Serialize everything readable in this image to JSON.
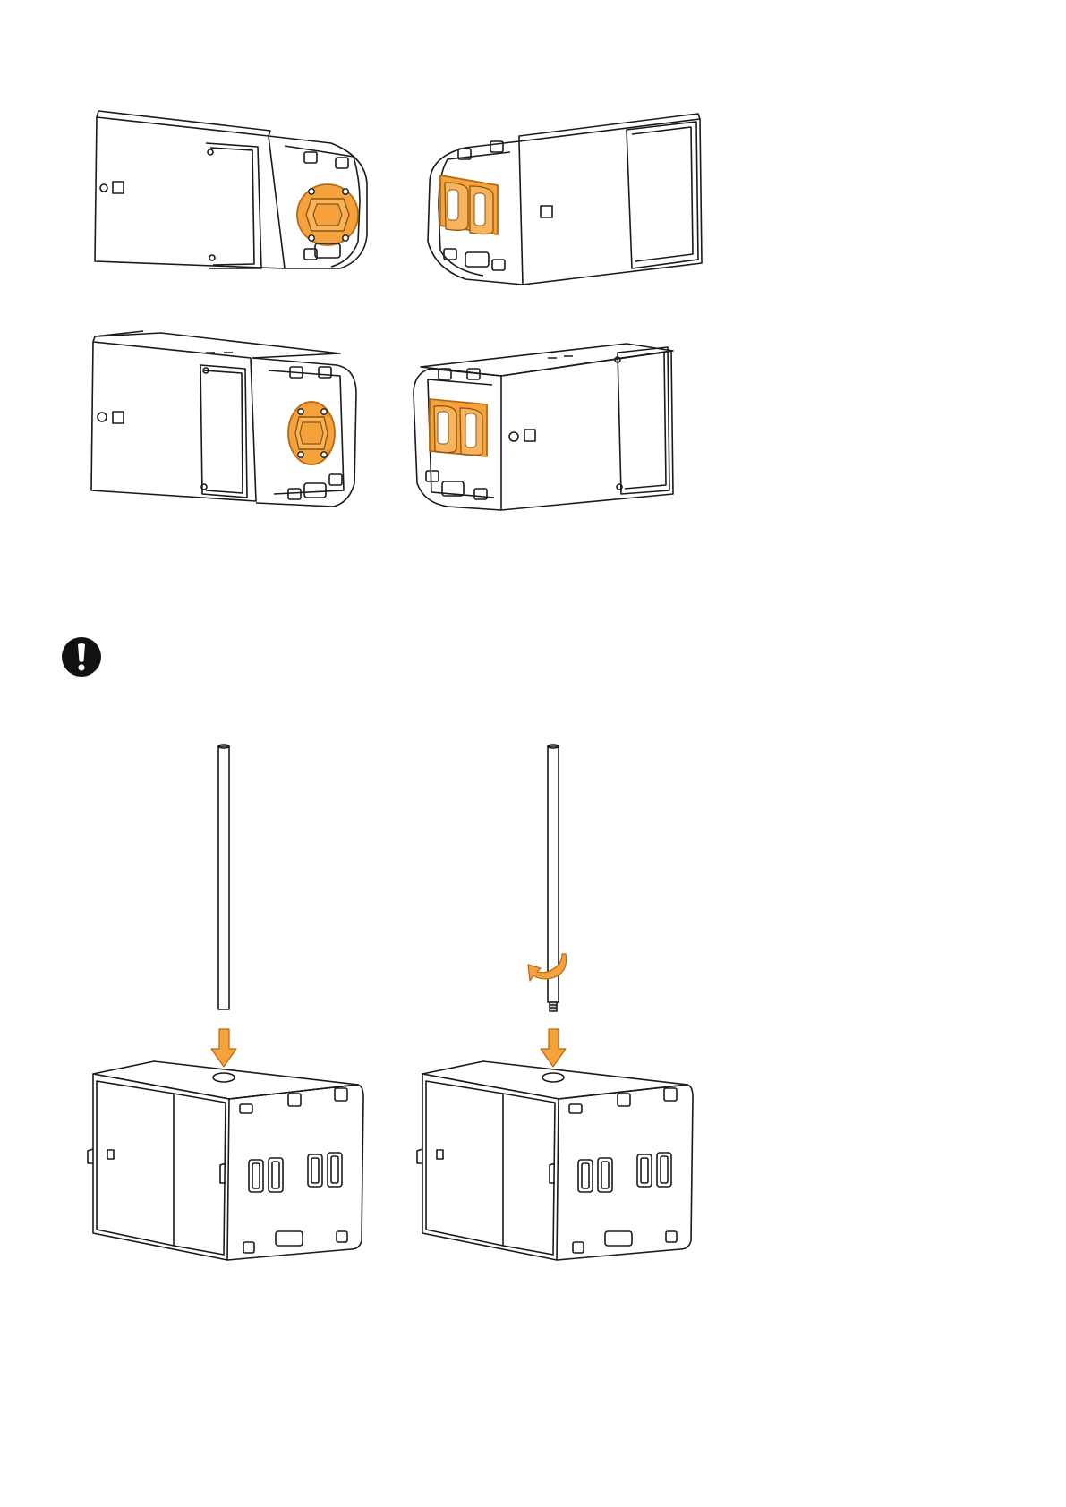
{
  "document": {
    "figures": [
      {
        "name": "cabinet-top-left",
        "icon": "speaker-cabinet-angle-left",
        "highlight": "pole-mount-socket"
      },
      {
        "name": "cabinet-top-right",
        "icon": "speaker-cabinet-angle-right",
        "highlight": "carry-handles"
      },
      {
        "name": "cabinet-bottom-left",
        "icon": "speaker-cabinet-upright-left",
        "highlight": "pole-mount-socket"
      },
      {
        "name": "cabinet-bottom-right",
        "icon": "speaker-cabinet-upright-right",
        "highlight": "carry-handles"
      },
      {
        "name": "subwoofer-pole-insert",
        "icon": "subwoofer-with-pole-arrow"
      },
      {
        "name": "subwoofer-pole-screw",
        "icon": "subwoofer-with-threaded-pole-rotate"
      }
    ],
    "warning_icon": "exclamation-warning-icon"
  },
  "colors": {
    "highlight": "#F5A23C",
    "highlight_stroke": "#B56A10",
    "line": "#1a1a1a",
    "arrow": "#F5A23C",
    "background": "#FFFFFF"
  }
}
